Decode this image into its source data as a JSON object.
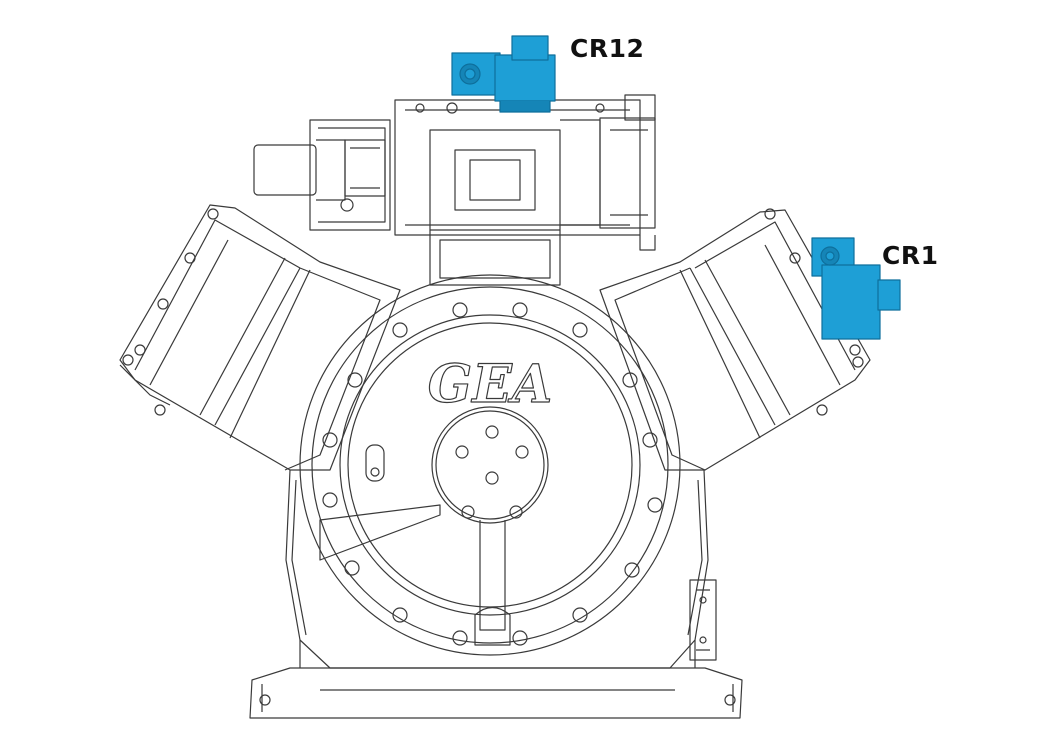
{
  "labels": {
    "cr12": "CR12",
    "cr1": "CR1"
  },
  "logo_text": "GEA",
  "colors": {
    "line": "#3a3a3a",
    "solenoid": "#1e9fd6",
    "solenoid_shade": "#1585b7",
    "background": "#ffffff"
  },
  "icons": {
    "cr12": "solenoid-coil-icon",
    "cr1": "solenoid-coil-icon"
  }
}
